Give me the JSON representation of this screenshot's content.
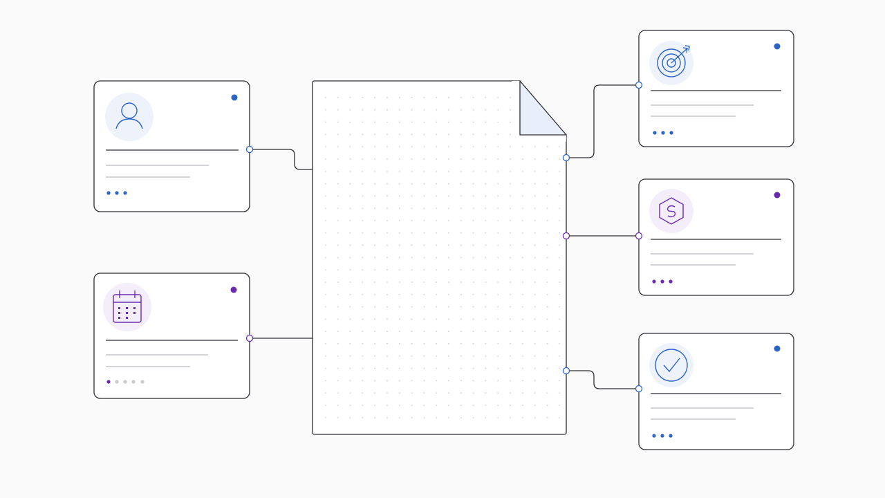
{
  "diagram": {
    "document": {
      "icon": "blank-page-with-folded-corner",
      "pattern": "dot-grid"
    },
    "cards": [
      {
        "id": "card-user",
        "icon": "user-icon",
        "accent": "#2b63c6",
        "pagination": [
          "active",
          "active",
          "active"
        ]
      },
      {
        "id": "card-calendar",
        "icon": "calendar-icon",
        "accent": "#6a2bb0",
        "pagination": [
          "active",
          "inactive",
          "inactive",
          "inactive",
          "inactive"
        ]
      },
      {
        "id": "card-target",
        "icon": "target-icon",
        "accent": "#2b63c6",
        "pagination": [
          "active",
          "active",
          "active"
        ]
      },
      {
        "id": "card-hexagon",
        "icon": "hexagon-icon",
        "accent": "#6a2bb0",
        "pagination": [
          "active",
          "active",
          "active"
        ]
      },
      {
        "id": "card-check",
        "icon": "check-circle-icon",
        "accent": "#2b63c6",
        "pagination": [
          "active",
          "active",
          "active"
        ]
      }
    ]
  },
  "colors": {
    "background": "#fafafb",
    "stroke": "#2c2c33",
    "muted_line": "#b9b9c0",
    "blue_accent": "#2b63c6",
    "purple_accent": "#6a2bb0",
    "blue_halo": "#eef2fb",
    "purple_halo": "#f3eefa",
    "fold_fill": "#e9eefb",
    "dot_grid": "#c8c8d2",
    "inactive_dot": "#c9c9cf"
  }
}
